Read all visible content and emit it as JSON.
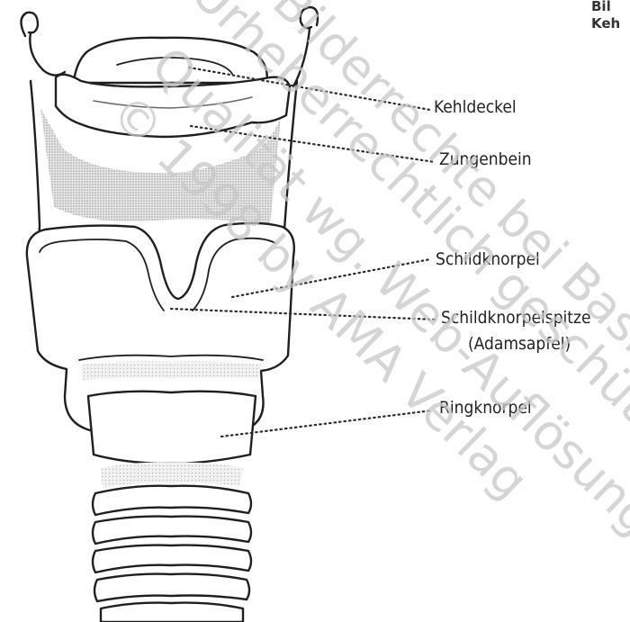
{
  "figure": {
    "labels": {
      "kehldeckel": "Kehldeckel",
      "zungenbein": "Zungenbein",
      "schildknorpel": "Schildknorpel",
      "schildknorpelspitze": "Schildknorpelspitze",
      "adamsapfel": "(Adamsapfel)",
      "ringknorpel": "Ringknorpel"
    },
    "corner_text": [
      "Bil",
      "Keh"
    ],
    "watermark": {
      "lines": [
        "Urheberrechtlich geschützte Seiten",
        "Bilderrechte bei Basics",
        "Qualität wg. Web-Auflösung",
        "© 1998 by AMA Verlag"
      ]
    }
  }
}
